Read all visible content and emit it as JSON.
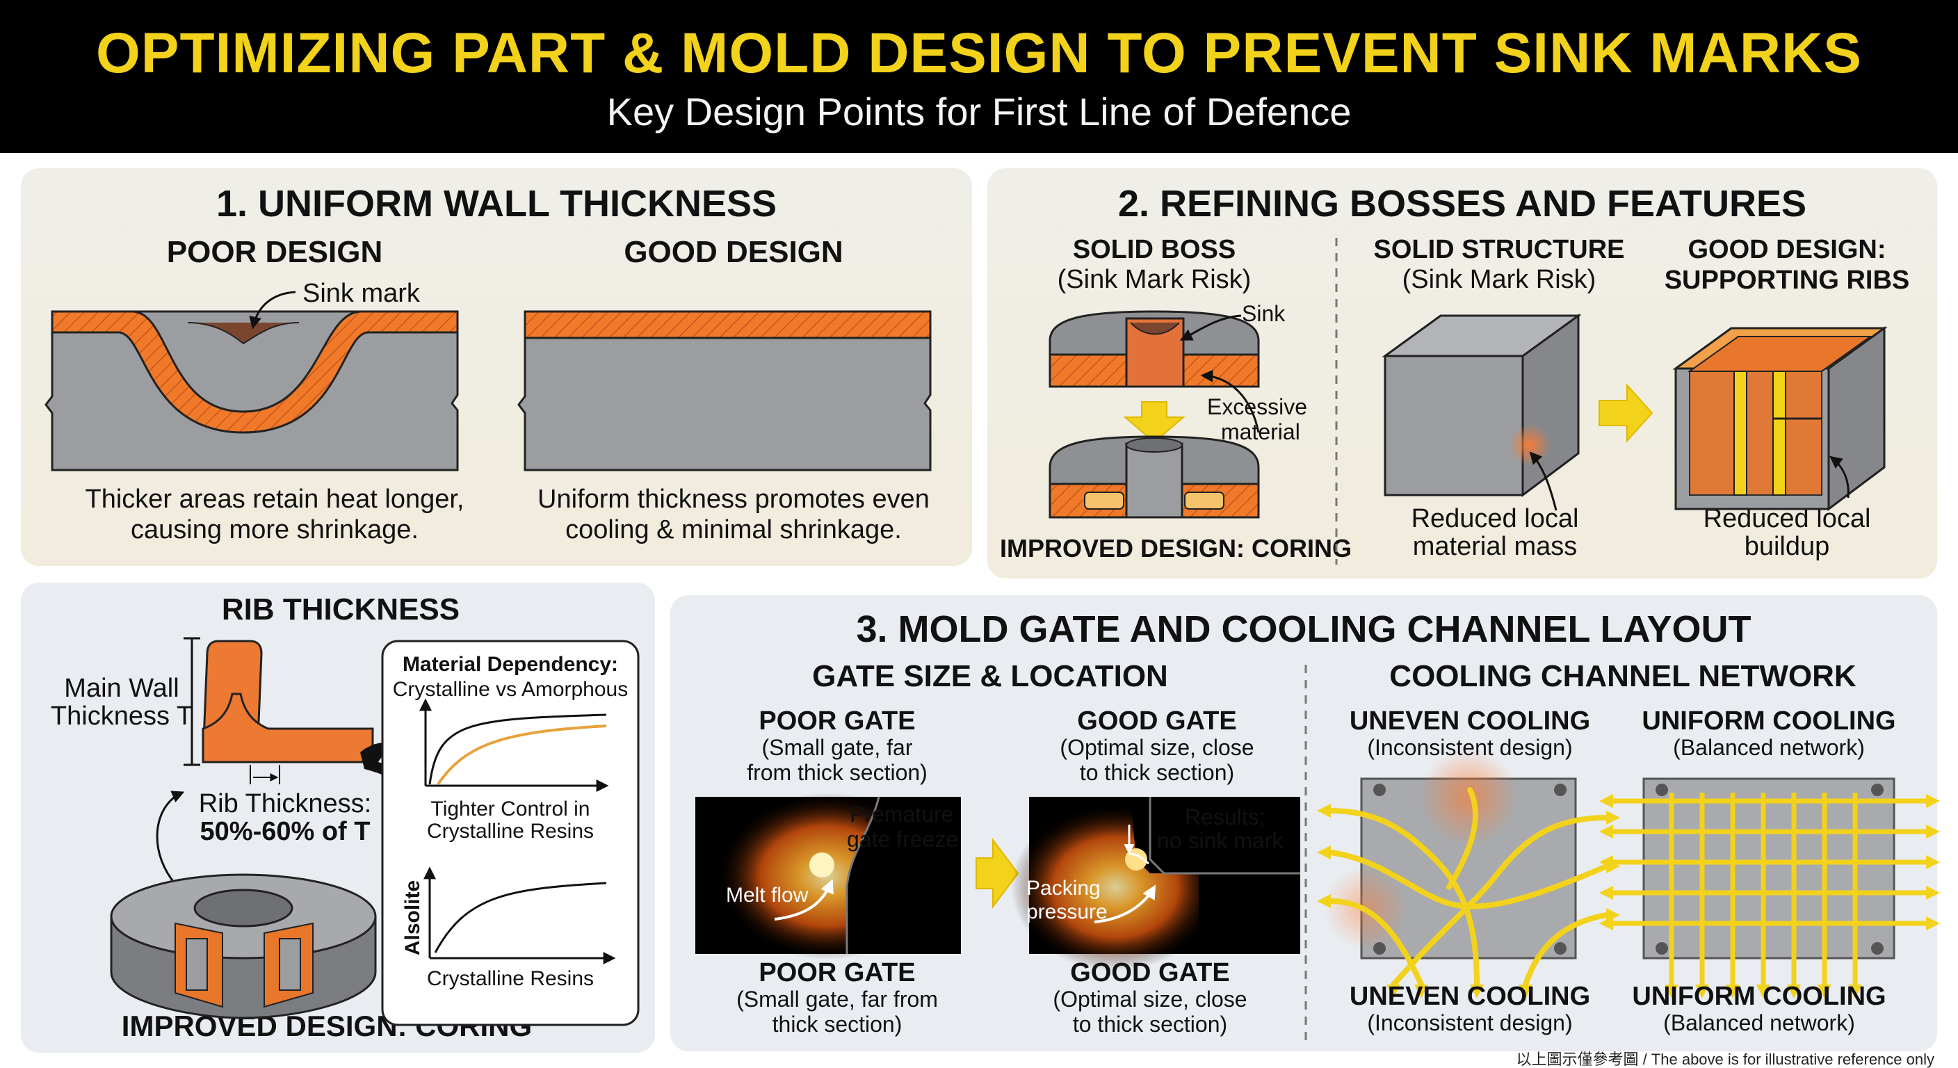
{
  "header": {
    "title": "OPTIMIZING PART & MOLD DESIGN TO PREVENT SINK MARKS",
    "subtitle": "Key Design Points for First Line of Defence"
  },
  "section1": {
    "title": "1. UNIFORM WALL THICKNESS",
    "poor_label": "POOR DESIGN",
    "good_label": "GOOD DESIGN",
    "sink_mark_label": "Sink mark",
    "poor_caption_1": "Thicker areas retain heat longer,",
    "poor_caption_2": "causing more shrinkage.",
    "good_caption_1": "Uniform thickness promotes even",
    "good_caption_2": "cooling & minimal shrinkage."
  },
  "section2": {
    "title": "2. REFINING BOSSES AND FEATURES",
    "solid_boss_label": "SOLID BOSS",
    "solid_boss_sub": "(Sink Mark Risk)",
    "sink_label": "Sink",
    "excessive_1": "Excessive",
    "excessive_2": "material",
    "coring_label": "IMPROVED DESIGN: CORING",
    "solid_structure_label": "SOLID STRUCTURE",
    "solid_structure_sub": "(Sink Mark Risk)",
    "reduced_mass_1": "Reduced local",
    "reduced_mass_2": "material mass",
    "good_ribs_1": "GOOD DESIGN:",
    "good_ribs_2": "SUPPORTING RIBS",
    "reduced_buildup_1": "Reduced local",
    "reduced_buildup_2": "buildup"
  },
  "rib": {
    "title": "RIB THICKNESS",
    "main_wall_1": "Main Wall",
    "main_wall_2": "Thickness T",
    "rib_thickness_1": "Rib Thickness:",
    "rib_thickness_2": "50%-60% of T",
    "material_dep_1": "Material Dependency:",
    "material_dep_2": "Crystalline vs Amorphous",
    "tighter_1": "Tighter Control in",
    "tighter_2": "Crystalline Resins",
    "y_axis_label": "Alsolite",
    "x_axis_label": "Crystalline Resins",
    "coring_label": "IMPROVED DESIGN: CORING"
  },
  "section3": {
    "title": "3. MOLD GATE AND COOLING CHANNEL LAYOUT",
    "gate_heading": "GATE SIZE & LOCATION",
    "cooling_heading": "COOLING CHANNEL NETWORK",
    "poor_gate_top": "POOR GATE",
    "poor_gate_top_sub_1": "(Small gate, far",
    "poor_gate_top_sub_2": "from thick section)",
    "good_gate_top": "GOOD GATE",
    "good_gate_top_sub_1": "(Optimal size, close",
    "good_gate_top_sub_2": "to thick section)",
    "premature_1": "Premature",
    "premature_2": "gate freeze",
    "melt_flow": "Melt flow",
    "results_1": "Results;",
    "results_2": "no sink mark",
    "packing_1": "Packing",
    "packing_2": "pressure",
    "poor_gate_bottom": "POOR GATE",
    "poor_gate_bottom_sub_1": "(Small gate, far from",
    "poor_gate_bottom_sub_2": "thick section)",
    "good_gate_bottom": "GOOD GATE",
    "good_gate_bottom_sub_1": "(Optimal size, close",
    "good_gate_bottom_sub_2": "to thick section)",
    "uneven_top": "UNEVEN COOLING",
    "uneven_top_sub": "(Inconsistent design)",
    "uniform_top": "UNIFORM COOLING",
    "uniform_top_sub": "(Balanced network)",
    "uneven_bottom": "UNEVEN COOLING",
    "uneven_bottom_sub": "(Inconsistent design)",
    "uniform_bottom": "UNIFORM COOLING",
    "uniform_bottom_sub": "(Balanced network)"
  },
  "footnote": "以上圖示僅參考圖 / The above is for illustrative reference only",
  "colors": {
    "accent_yellow": "#f2d21b",
    "orange": "#f07a2a",
    "gray": "#9a9b9e",
    "dark": "#111111"
  }
}
